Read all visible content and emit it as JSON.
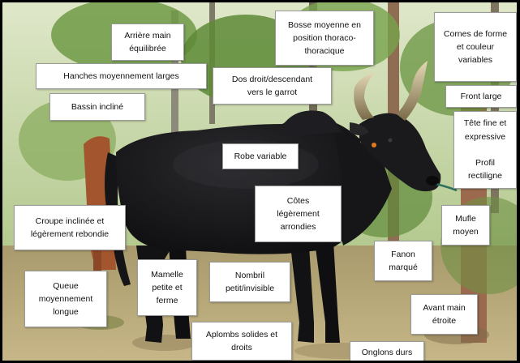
{
  "labels": {
    "arriere_main": "Arrière main\néquilibrée",
    "bosse": "Bosse moyenne en\nposition thoraco-\nthoracique",
    "cornes": "Cornes de forme\net couleur\nvariables",
    "hanches": "Hanches moyennement larges",
    "dos": "Dos droit/descendant\nvers le garrot",
    "bassin": "Bassin incliné",
    "front": "Front large",
    "tete_profil": "Tête fine et\nexpressive\n\nProfil\nrectiligne",
    "robe": "Robe variable",
    "cotes": "Côtes\nlégèrement\narrondies",
    "croupe": "Croupe inclinée et\nlégèrement rebondie",
    "mufle": "Mufle\nmoyen",
    "fanon": "Fanon\nmarqué",
    "queue": "Queue\nmoyennement\nlongue",
    "mamelle": "Mamelle\npetite et\nferme",
    "nombril": "Nombril\npetit/invisible",
    "avant_main": "Avant main\nétroite",
    "aplombs": "Aplombs solides et\ndroits",
    "onglons": "Onglons durs"
  },
  "colors": {
    "foliage": "#5f8a3a",
    "ground": "#b9a77c",
    "cattle_body": "#1b1b1e",
    "horn": "#c9b88a"
  }
}
